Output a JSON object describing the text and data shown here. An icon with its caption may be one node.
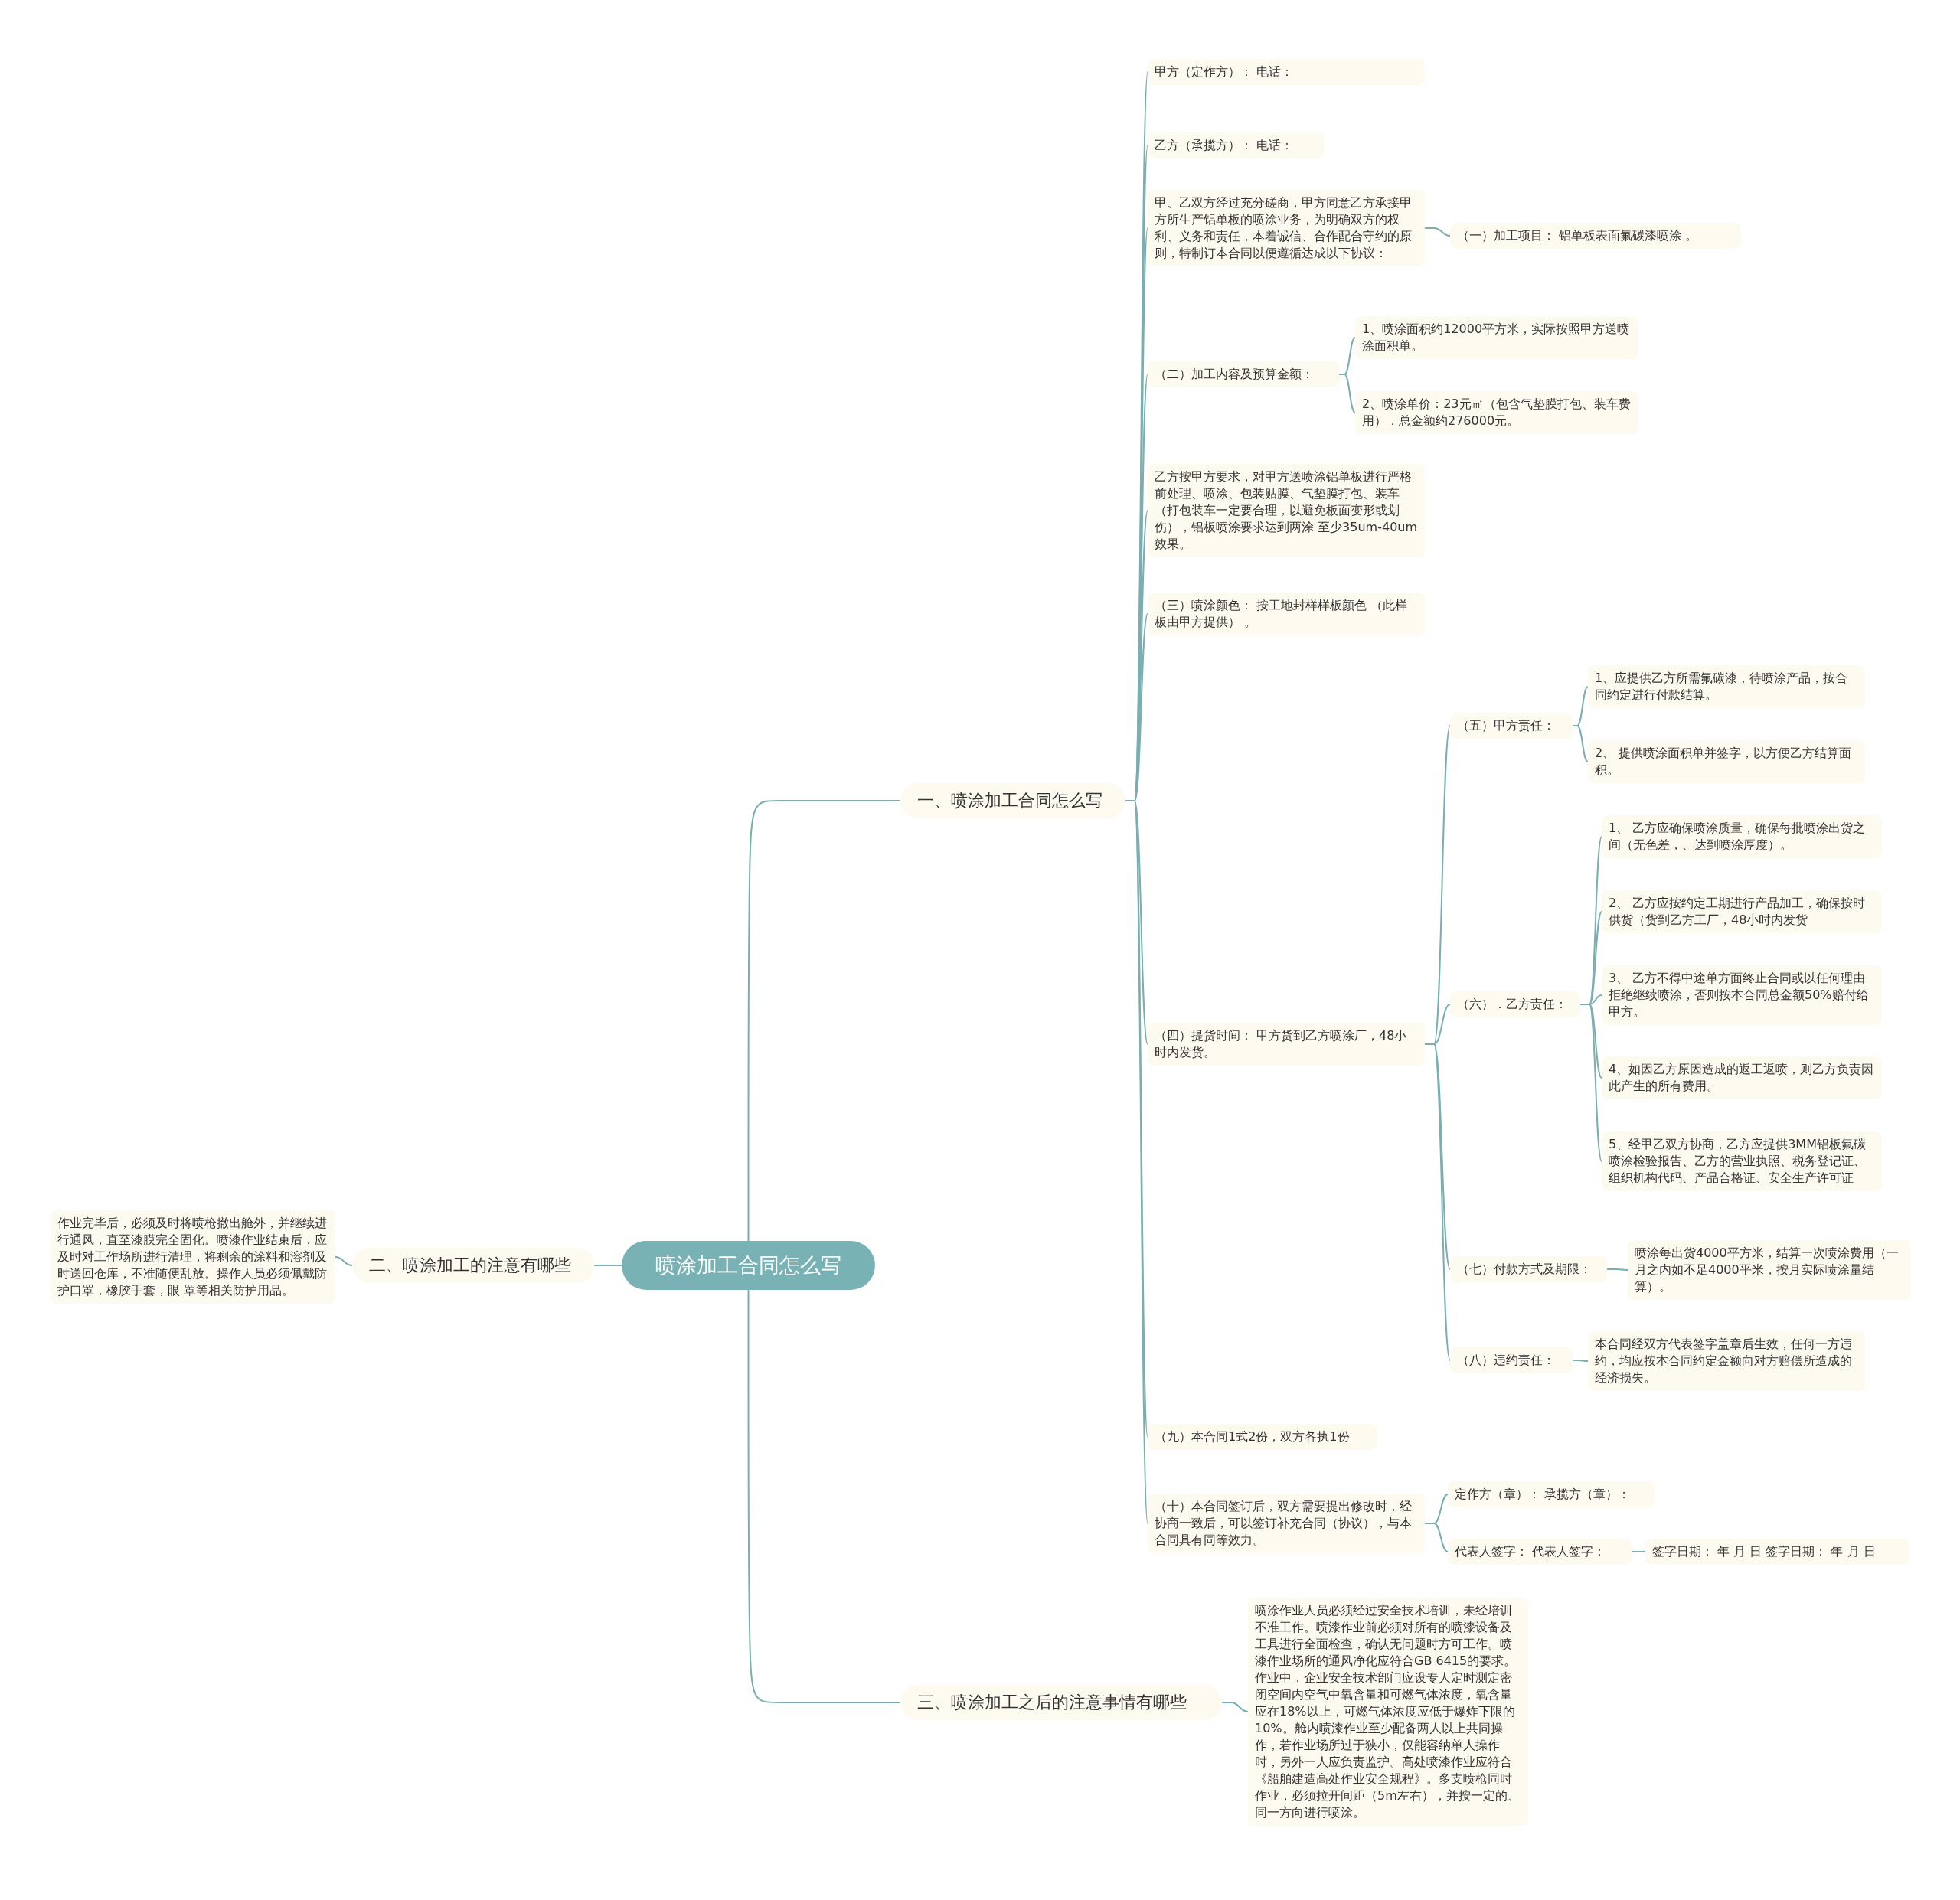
{
  "diagram": {
    "nodes": [
      {
        "text": [
          "喷涂加工合同怎么写"
        ]
      },
      {
        "text": [
          "一、喷涂加工合同怎么写"
        ]
      },
      {
        "text": [
          "甲方（定作方）： 电话："
        ]
      },
      {
        "text": [
          "乙方（承揽方）： 电话："
        ]
      },
      {
        "text": [
          "甲、乙双方经过充分磋商，甲方同意乙方承接甲方所生产铝单板的喷涂业务，为明确双方的权利、义务和责任，本着诚信、合作配合守约的原则，特制订本合同以便遵循达成以下协议："
        ]
      },
      {
        "text": [
          "（一）加工项目： 铝单板表面氟碳漆喷涂 。"
        ]
      },
      {
        "text": [
          "（二）加工内容及预算金额："
        ]
      },
      {
        "text": [
          "1、喷涂面积约12000平方米，实际按照甲方送喷涂面积单。"
        ]
      },
      {
        "text": [
          "2、喷涂单价：23元㎡（包含气垫膜打包、装车费用），总金额约276000元。"
        ]
      },
      {
        "text": [
          "乙方按甲方要求，对甲方送喷涂铝单板进行严格前处理、喷涂、包装贴膜、气垫膜打包、装车（打包装车一定要合理，以避免板面变形或划伤），铝板喷涂要求达到两涂 至少35um-40um 效果。"
        ]
      },
      {
        "text": [
          "（三）喷涂颜色： 按工地封样样板颜色 （此样板由甲方提供） 。"
        ]
      },
      {
        "text": [
          "（四）提货时间： 甲方货到乙方喷涂厂，48小时内发货。"
        ]
      },
      {
        "text": [
          "（五）甲方责任："
        ]
      },
      {
        "text": [
          "1、应提供乙方所需氟碳漆，待喷涂产品，按合同约定进行付款结算。"
        ]
      },
      {
        "text": [
          "2、 提供喷涂面积单并签字，以方便乙方结算面积。"
        ]
      },
      {
        "text": [
          "（六）．乙方责任："
        ]
      },
      {
        "text": [
          "1、 乙方应确保喷涂质量，确保每批喷涂出货之间（无色差，、达到喷涂厚度）。"
        ]
      },
      {
        "text": [
          "2、 乙方应按约定工期进行产品加工，确保按时供货（货到乙方工厂，48小时内发货"
        ]
      },
      {
        "text": [
          "3、 乙方不得中途单方面终止合同或以任何理由拒绝继续喷涂，否则按本合同总金额50%赔付给甲方。"
        ]
      },
      {
        "text": [
          "4、如因乙方原因造成的返工返喷，则乙方负责因此产生的所有费用。"
        ]
      },
      {
        "text": [
          "5、经甲乙双方协商，乙方应提供3MM铝板氟碳喷涂检验报告、乙方的营业执照、税务登记证、组织机构代码、产品合格证、安全生产许可证"
        ]
      },
      {
        "text": [
          "（七）付款方式及期限："
        ]
      },
      {
        "text": [
          "喷涂每出货4000平方米，结算一次喷涂费用（一月之内如不足4000平米，按月实际喷涂量结算）。"
        ]
      },
      {
        "text": [
          "（八）违约责任："
        ]
      },
      {
        "text": [
          "本合同经双方代表签字盖章后生效，任何一方违约，均应按本合同约定金额向对方赔偿所造成的经济损失。"
        ]
      },
      {
        "text": [
          "（九）本合同1式2份，双方各执1份"
        ]
      },
      {
        "text": [
          "（十）本合同签订后，双方需要提出修改时，经协商一致后，可以签订补充合同（协议），与本合同具有同等效力。"
        ]
      },
      {
        "text": [
          "定作方（章）： 承揽方（章）："
        ]
      },
      {
        "text": [
          "代表人签字： 代表人签字："
        ]
      },
      {
        "text": [
          "签字日期： 年 月 日 签字日期： 年 月 日"
        ]
      },
      {
        "text": [
          "二、喷涂加工的注意有哪些"
        ]
      },
      {
        "text": [
          "作业完毕后，必须及时将喷枪撤出舱外，并继续进行通风，直至漆膜完全固化。喷漆作业结束后，应及时对工作场所进行清理，将剩余的涂料和溶剂及时送回仓库，不准随便乱放。操作人员必须佩戴防护口罩，橡胶手套，眼 罩等相关防护用品。"
        ]
      },
      {
        "text": [
          "三、喷涂加工之后的注意事情有哪些"
        ]
      },
      {
        "text": [
          "喷涂作业人员必须经过安全技术培训，未经培训不准工作。喷漆作业前必须对所有的喷漆设备及工具进行全面检查，确认无问题时方可工作。喷漆作业场所的通风净化应符合GB 6415的要求。作业中，企业安全技术部门应设专人定时测定密闭空间内空气中氧含量和可燃气体浓度，氧含量应在18%以上，可燃气体浓度应低于爆炸下限的10%。舱内喷漆作业至少配备两人以上共同操作，若作业场所过于狭小，仅能容纳单人操作时，另外一人应负责监护。高处喷漆作业应符合《船舶建造高处作业安全规程》。多支喷枪同时作业，必须拉开间距（5m左右），并按一定的、同一方向进行喷涂。"
        ]
      }
    ],
    "edges": [
      {
        "from": 0,
        "to": 1,
        "arrow": "none"
      },
      {
        "from": 0,
        "to": 30,
        "arrow": "none"
      },
      {
        "from": 0,
        "to": 32,
        "arrow": "none"
      },
      {
        "from": 1,
        "to": 2,
        "arrow": "none"
      },
      {
        "from": 1,
        "to": 3,
        "arrow": "none"
      },
      {
        "from": 1,
        "to": 4,
        "arrow": "none"
      },
      {
        "from": 1,
        "to": 6,
        "arrow": "none"
      },
      {
        "from": 1,
        "to": 9,
        "arrow": "none"
      },
      {
        "from": 1,
        "to": 10,
        "arrow": "none"
      },
      {
        "from": 1,
        "to": 11,
        "arrow": "none"
      },
      {
        "from": 1,
        "to": 25,
        "arrow": "none"
      },
      {
        "from": 1,
        "to": 26,
        "arrow": "none"
      },
      {
        "from": 4,
        "to": 5,
        "arrow": "none"
      },
      {
        "from": 6,
        "to": 7,
        "arrow": "none"
      },
      {
        "from": 6,
        "to": 8,
        "arrow": "none"
      },
      {
        "from": 11,
        "to": 12,
        "arrow": "none"
      },
      {
        "from": 11,
        "to": 15,
        "arrow": "none"
      },
      {
        "from": 11,
        "to": 21,
        "arrow": "none"
      },
      {
        "from": 11,
        "to": 23,
        "arrow": "none"
      },
      {
        "from": 12,
        "to": 13,
        "arrow": "none"
      },
      {
        "from": 12,
        "to": 14,
        "arrow": "none"
      },
      {
        "from": 15,
        "to": 16,
        "arrow": "none"
      },
      {
        "from": 15,
        "to": 17,
        "arrow": "none"
      },
      {
        "from": 15,
        "to": 18,
        "arrow": "none"
      },
      {
        "from": 15,
        "to": 19,
        "arrow": "none"
      },
      {
        "from": 15,
        "to": 20,
        "arrow": "none"
      },
      {
        "from": 21,
        "to": 22,
        "arrow": "none"
      },
      {
        "from": 23,
        "to": 24,
        "arrow": "none"
      },
      {
        "from": 26,
        "to": 27,
        "arrow": "none"
      },
      {
        "from": 26,
        "to": 28,
        "arrow": "none"
      },
      {
        "from": 28,
        "to": 29,
        "arrow": "none"
      },
      {
        "from": 30,
        "to": 31,
        "arrow": "none"
      },
      {
        "from": 32,
        "to": 33,
        "arrow": "none"
      }
    ]
  }
}
